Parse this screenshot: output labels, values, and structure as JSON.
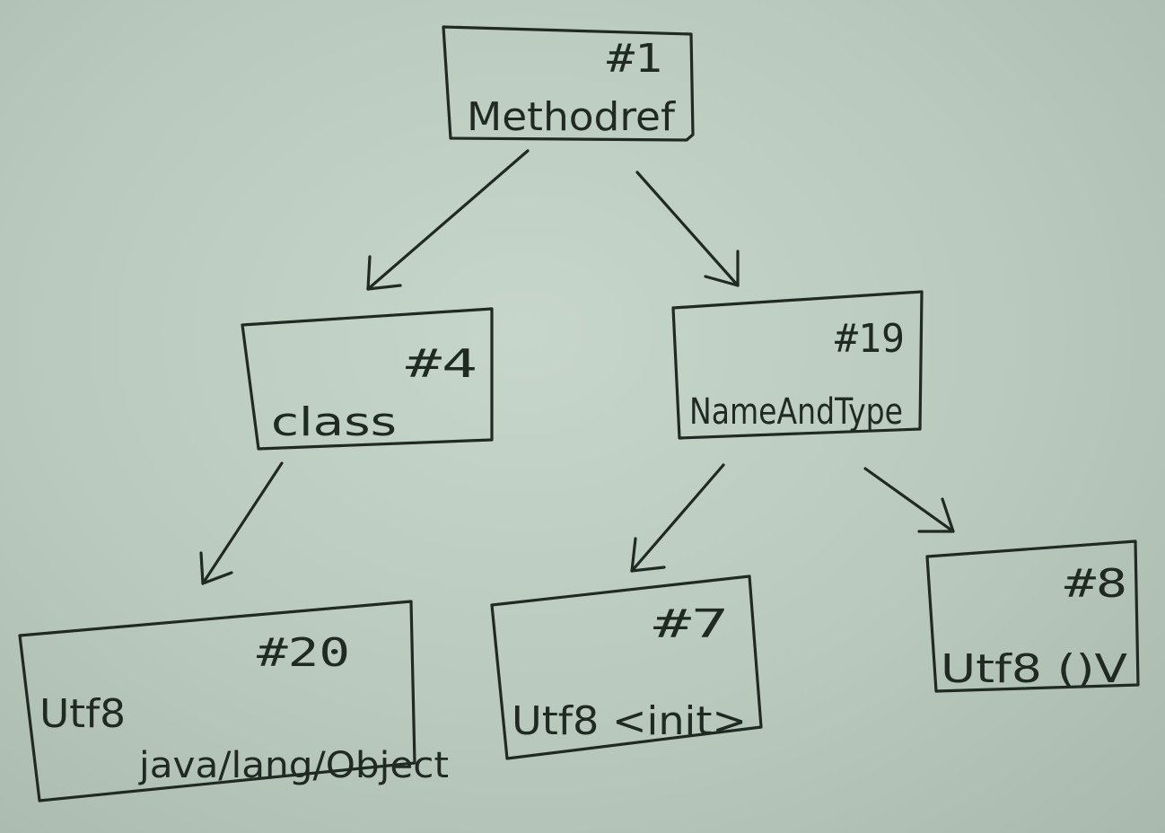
{
  "nodes": {
    "methodref": {
      "id": "#1",
      "label": "Methodref"
    },
    "class": {
      "id": "#4",
      "label": "class"
    },
    "name_and_type": {
      "id": "#19",
      "label": "NameAndType"
    },
    "utf8_object": {
      "id": "#20",
      "tag": "Utf8",
      "value": "java/lang/Object"
    },
    "utf8_init": {
      "id": "#7",
      "label": "Utf8 <init>"
    },
    "utf8_void": {
      "id": "#8",
      "label": "Utf8 ()V"
    }
  }
}
